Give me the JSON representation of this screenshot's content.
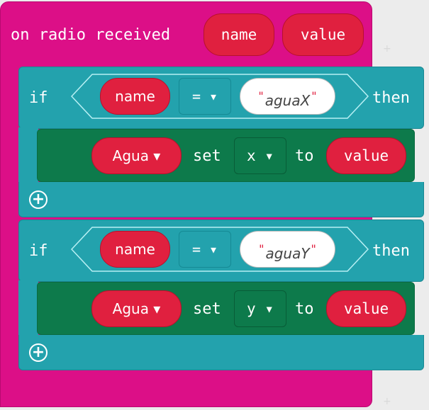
{
  "event": {
    "label": "on radio received",
    "params": [
      "name",
      "value"
    ]
  },
  "if_blocks": [
    {
      "keyword_if": "if",
      "keyword_then": "then",
      "condition": {
        "left": "name",
        "operator": "= ▾",
        "right": "aguaX"
      },
      "statement": {
        "sprite": "Agua ▾",
        "verb": "set",
        "property": "x ▾",
        "to": "to",
        "value": "value"
      },
      "add_symbol": "+"
    },
    {
      "keyword_if": "if",
      "keyword_then": "then",
      "condition": {
        "left": "name",
        "operator": "= ▾",
        "right": "aguaY"
      },
      "statement": {
        "sprite": "Agua ▾",
        "verb": "set",
        "property": "y ▾",
        "to": "to",
        "value": "value"
      },
      "add_symbol": "+"
    }
  ],
  "colors": {
    "event": "#dc0f87",
    "logic": "#23a2ad",
    "sprite": "#0d7a4b",
    "variable": "#e0203f",
    "text": "#ffffff"
  }
}
